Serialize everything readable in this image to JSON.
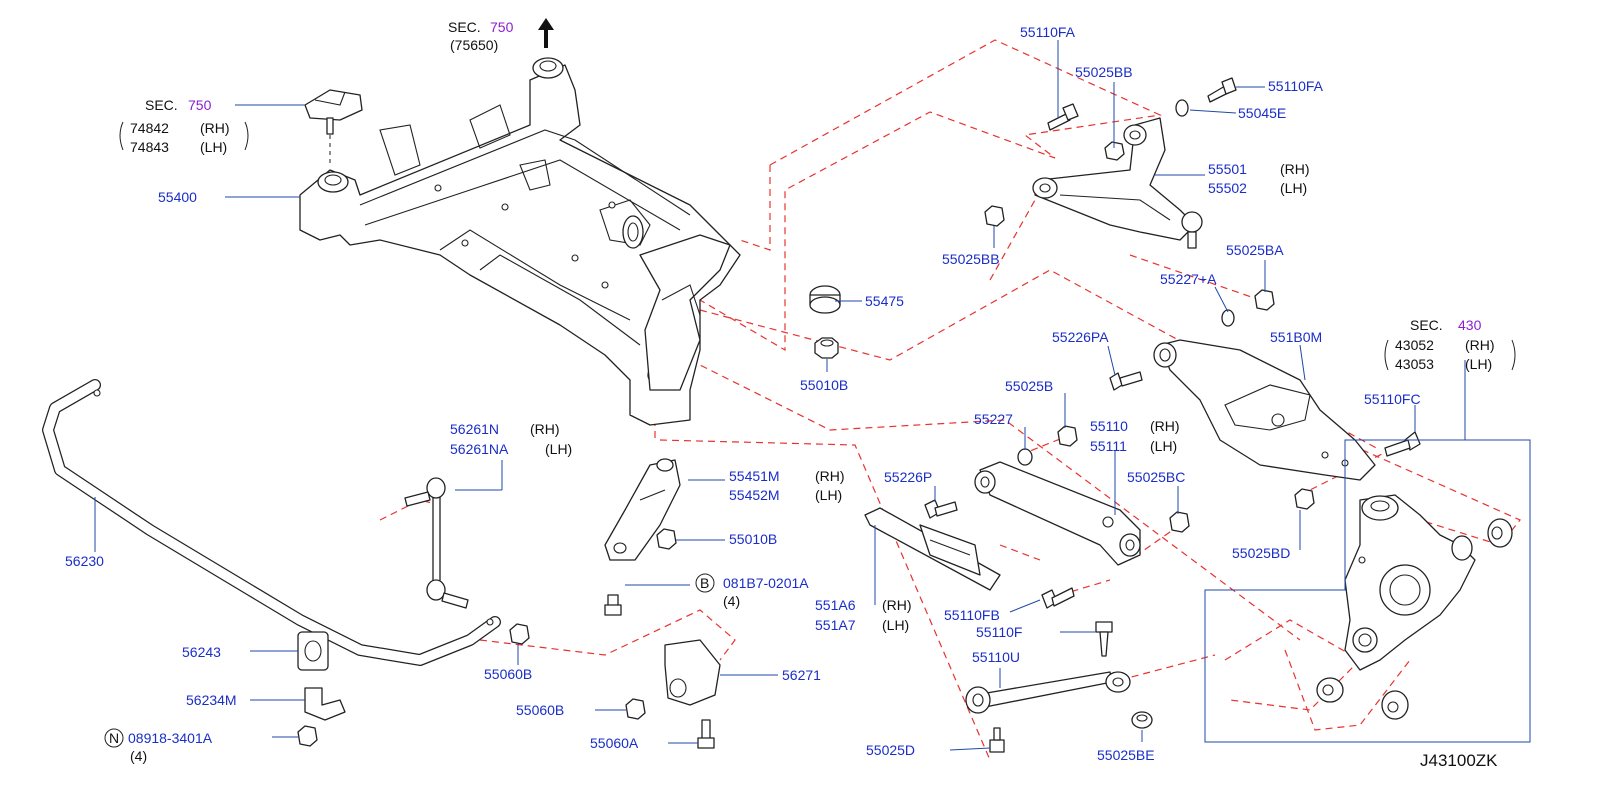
{
  "diagram_code": "J43100ZK",
  "sections": [
    {
      "prefix": "SEC.",
      "ref": "750",
      "sub": "(75650)"
    },
    {
      "prefix": "SEC.",
      "ref": "750",
      "codes": [
        {
          "pn": "74842",
          "side": "(RH)"
        },
        {
          "pn": "74843",
          "side": "(LH)"
        }
      ]
    },
    {
      "prefix": "SEC.",
      "ref": "430",
      "codes": [
        {
          "pn": "43052",
          "side": "(RH)"
        },
        {
          "pn": "43053",
          "side": "(LH)"
        }
      ]
    }
  ],
  "labels": {
    "p55400": "55400",
    "p55475": "55475",
    "p55010B_top": "55010B",
    "p55010B_mid": "55010B",
    "p55110FA_top": "55110FA",
    "p55110FA_right": "55110FA",
    "p55025BB_top": "55025BB",
    "p55045E": "55045E",
    "p55501": "55501",
    "p55502": "55502",
    "p55025BB_low": "55025BB",
    "p55025BA": "55025BA",
    "p55227A": "55227+A",
    "p55226PA": "55226PA",
    "p551B0M": "551B0M",
    "p55025B": "55025B",
    "p55227": "55227",
    "p55110": "55110",
    "p55111": "55111",
    "p55110FC": "55110FC",
    "p55025BC": "55025BC",
    "p55025BD": "55025BD",
    "p55226P": "55226P",
    "p55451M": "55451M",
    "p55452M": "55452M",
    "p081B7": "081B7-0201A",
    "p081B7_qty": "(4)",
    "p551A6": "551A6",
    "p551A7": "551A7",
    "p55110FB": "55110FB",
    "p55110F": "55110F",
    "p55110U": "55110U",
    "p55025D": "55025D",
    "p55025BE": "55025BE",
    "p56261N": "56261N",
    "p56261NA": "56261NA",
    "p56230": "56230",
    "p56243": "56243",
    "p55060B_right": "55060B",
    "p55060B_left": "55060B",
    "p56234M": "56234M",
    "p08918": "08918-3401A",
    "p08918_qty": "(4)",
    "p56271": "56271",
    "p55060A": "55060A",
    "rh": "(RH)",
    "lh": "(LH)",
    "circle_b": "B",
    "circle_n": "N"
  },
  "colors": {
    "part_number": "#1a2ec8",
    "section_ref": "#8a1fd0",
    "dashed_guide": "#e8322f",
    "leader": "#1f4aa8"
  }
}
